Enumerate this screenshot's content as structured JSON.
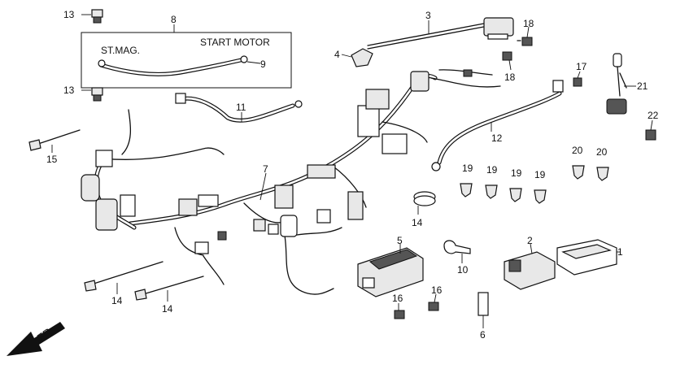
{
  "diagram": {
    "kit_box": {
      "label_left": "ST.MAG.",
      "label_right": "START MOTOR"
    },
    "direction_label": "FR.",
    "callouts": [
      {
        "id": "c1",
        "number": "1"
      },
      {
        "id": "c2",
        "number": "2"
      },
      {
        "id": "c3",
        "number": "3"
      },
      {
        "id": "c4",
        "number": "4"
      },
      {
        "id": "c5",
        "number": "5"
      },
      {
        "id": "c6",
        "number": "6"
      },
      {
        "id": "c7",
        "number": "7"
      },
      {
        "id": "c8",
        "number": "8"
      },
      {
        "id": "c9",
        "number": "9"
      },
      {
        "id": "c10",
        "number": "10"
      },
      {
        "id": "c11",
        "number": "11"
      },
      {
        "id": "c12",
        "number": "12"
      },
      {
        "id": "c13a",
        "number": "13"
      },
      {
        "id": "c13b",
        "number": "13"
      },
      {
        "id": "c14a",
        "number": "14"
      },
      {
        "id": "c14b",
        "number": "14"
      },
      {
        "id": "c14c",
        "number": "14"
      },
      {
        "id": "c15",
        "number": "15"
      },
      {
        "id": "c16a",
        "number": "16"
      },
      {
        "id": "c16b",
        "number": "16"
      },
      {
        "id": "c17",
        "number": "17"
      },
      {
        "id": "c18a",
        "number": "18"
      },
      {
        "id": "c18b",
        "number": "18"
      },
      {
        "id": "c19a",
        "number": "19"
      },
      {
        "id": "c19b",
        "number": "19"
      },
      {
        "id": "c19c",
        "number": "19"
      },
      {
        "id": "c19d",
        "number": "19"
      },
      {
        "id": "c20a",
        "number": "20"
      },
      {
        "id": "c20b",
        "number": "20"
      },
      {
        "id": "c21",
        "number": "21"
      },
      {
        "id": "c22",
        "number": "22"
      }
    ]
  }
}
